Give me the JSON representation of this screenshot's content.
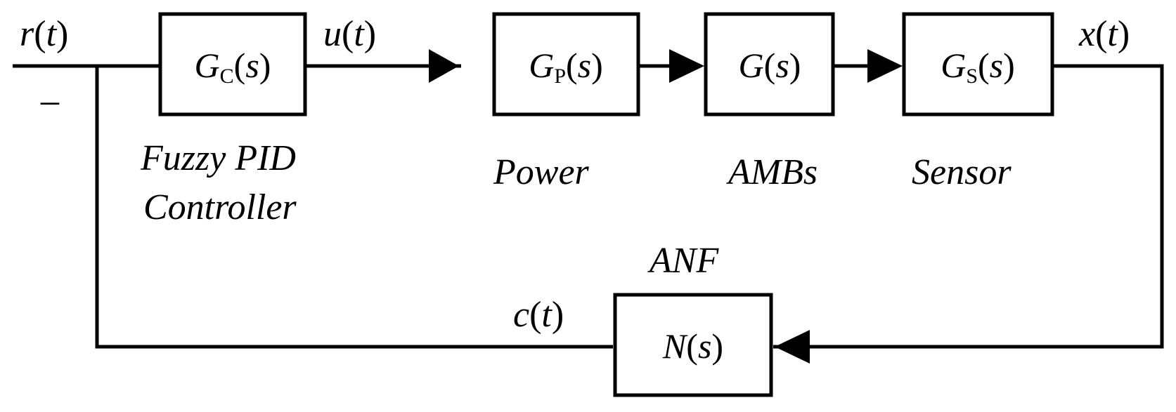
{
  "signals": {
    "r": "r",
    "u": "u",
    "x": "x",
    "c": "c",
    "t": "t",
    "minus": "–"
  },
  "blocks": {
    "controller": {
      "G": "G",
      "sub": "C",
      "s": "s",
      "caption_line1": "Fuzzy PID",
      "caption_line2": "Controller"
    },
    "power": {
      "G": "G",
      "sub": "P",
      "s": "s",
      "caption": "Power"
    },
    "ambs": {
      "G": "G",
      "s": "s",
      "caption": "AMBs"
    },
    "sensor": {
      "G": "G",
      "sub": "S",
      "s": "s",
      "caption": "Sensor"
    },
    "anf": {
      "N": "N",
      "s": "s",
      "caption": "ANF"
    }
  },
  "colors": {
    "stroke": "#000000",
    "background": "#ffffff"
  }
}
